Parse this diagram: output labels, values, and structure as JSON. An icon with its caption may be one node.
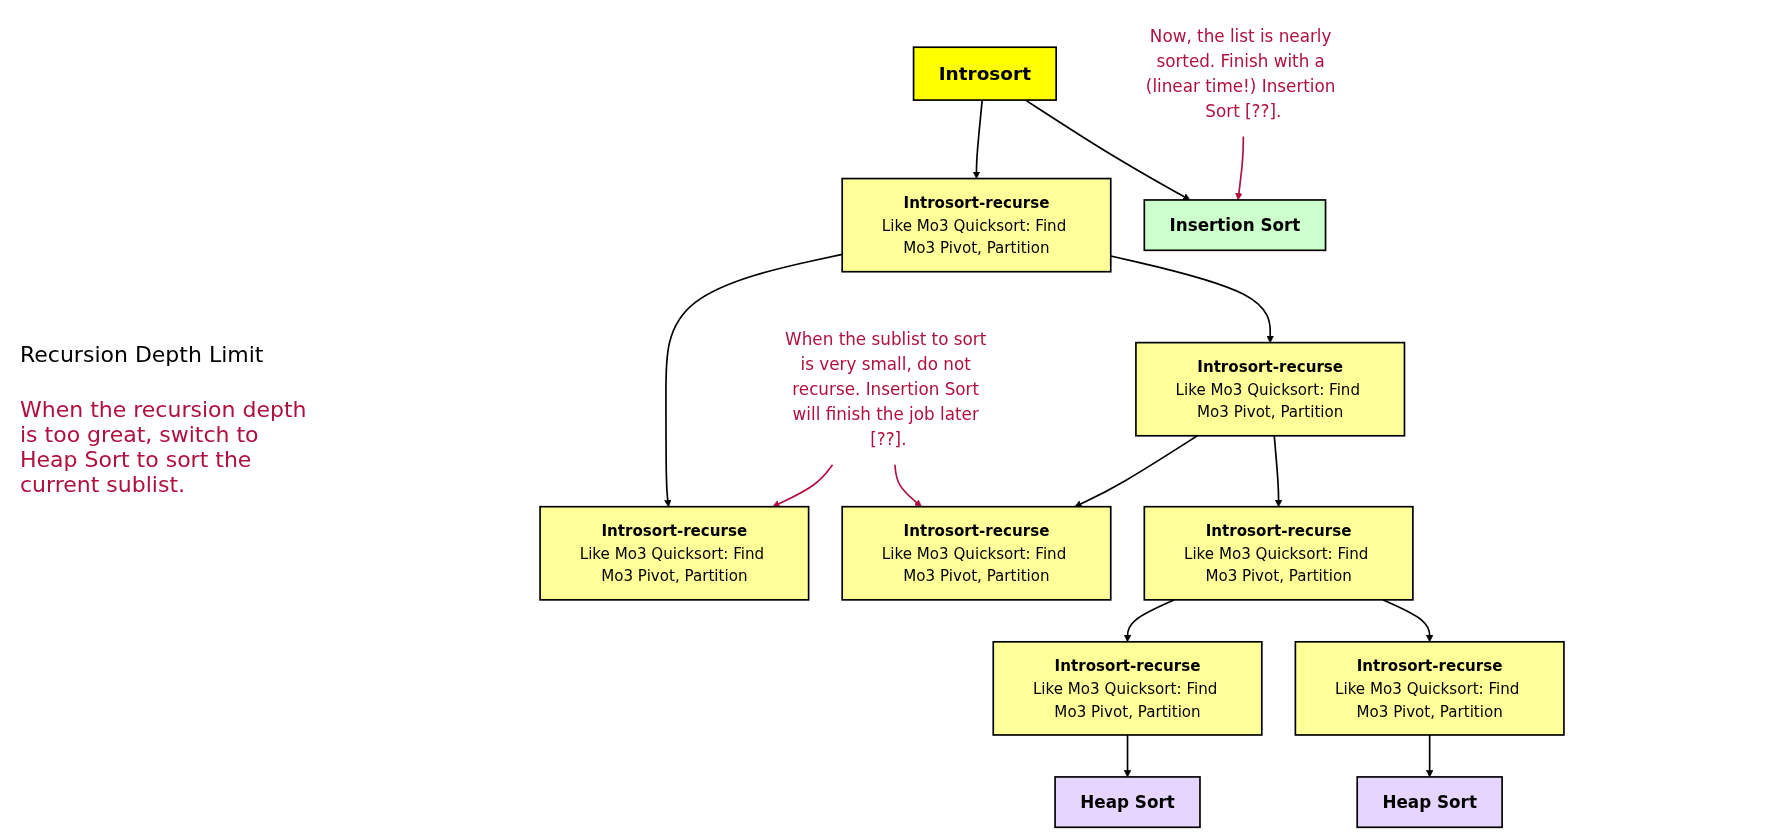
{
  "diagram": {
    "nodes": [
      {
        "text": [
          "Introsort"
        ]
      },
      {
        "text": [
          "Introsort-recurse",
          "Like Mo3 Quicksort: Find Mo3 Pivot, Partition"
        ]
      },
      {
        "text": [
          "Insertion Sort"
        ]
      },
      {
        "text": [
          "Introsort-recurse",
          "Like Mo3 Quicksort: Find Mo3 Pivot, Partition"
        ]
      },
      {
        "text": [
          "Introsort-recurse",
          "Like Mo3 Quicksort: Find Mo3 Pivot, Partition"
        ]
      },
      {
        "text": [
          "Introsort-recurse",
          "Like Mo3 Quicksort: Find Mo3 Pivot, Partition"
        ]
      },
      {
        "text": [
          "Introsort-recurse",
          "Like Mo3 Quicksort: Find Mo3 Pivot, Partition"
        ]
      },
      {
        "text": [
          "Introsort-recurse",
          "Like Mo3 Quicksort: Find Mo3 Pivot, Partition"
        ]
      },
      {
        "text": [
          "Introsort-recurse",
          "Like Mo3 Quicksort: Find Mo3 Pivot, Partition"
        ]
      },
      {
        "text": [
          "Heap Sort"
        ]
      },
      {
        "text": [
          "Heap Sort"
        ]
      },
      {
        "text": [
          "Now, the list is nearly sorted. Finish with a (linear time!) Insertion Sort [??]."
        ]
      },
      {
        "text": [
          "When the sublist to sort is very small, do not recurse. Insertion Sort will finish the job later [??]."
        ]
      }
    ],
    "edges": [
      {
        "from": 0,
        "to": 1,
        "arrow": "to"
      },
      {
        "from": 0,
        "to": 2,
        "arrow": "to"
      },
      {
        "from": 1,
        "to": 3,
        "arrow": "to"
      },
      {
        "from": 1,
        "to": 4,
        "arrow": "to"
      },
      {
        "from": 4,
        "to": 5,
        "arrow": "to"
      },
      {
        "from": 4,
        "to": 6,
        "arrow": "to"
      },
      {
        "from": 6,
        "to": 7,
        "arrow": "to"
      },
      {
        "from": 6,
        "to": 8,
        "arrow": "to"
      },
      {
        "from": 7,
        "to": 9,
        "arrow": "to"
      },
      {
        "from": 8,
        "to": 10,
        "arrow": "to"
      },
      {
        "from": 11,
        "to": 2,
        "arrow": "to",
        "color": "#b0103f"
      },
      {
        "from": 12,
        "to": 3,
        "arrow": "to",
        "color": "#b0103f"
      },
      {
        "from": 12,
        "to": 5,
        "arrow": "to",
        "color": "#b0103f"
      }
    ],
    "labels": [
      "Recursion Depth Limit",
      "When the recursion depth is too great, switch to Heap Sort to sort the current sublist."
    ]
  }
}
